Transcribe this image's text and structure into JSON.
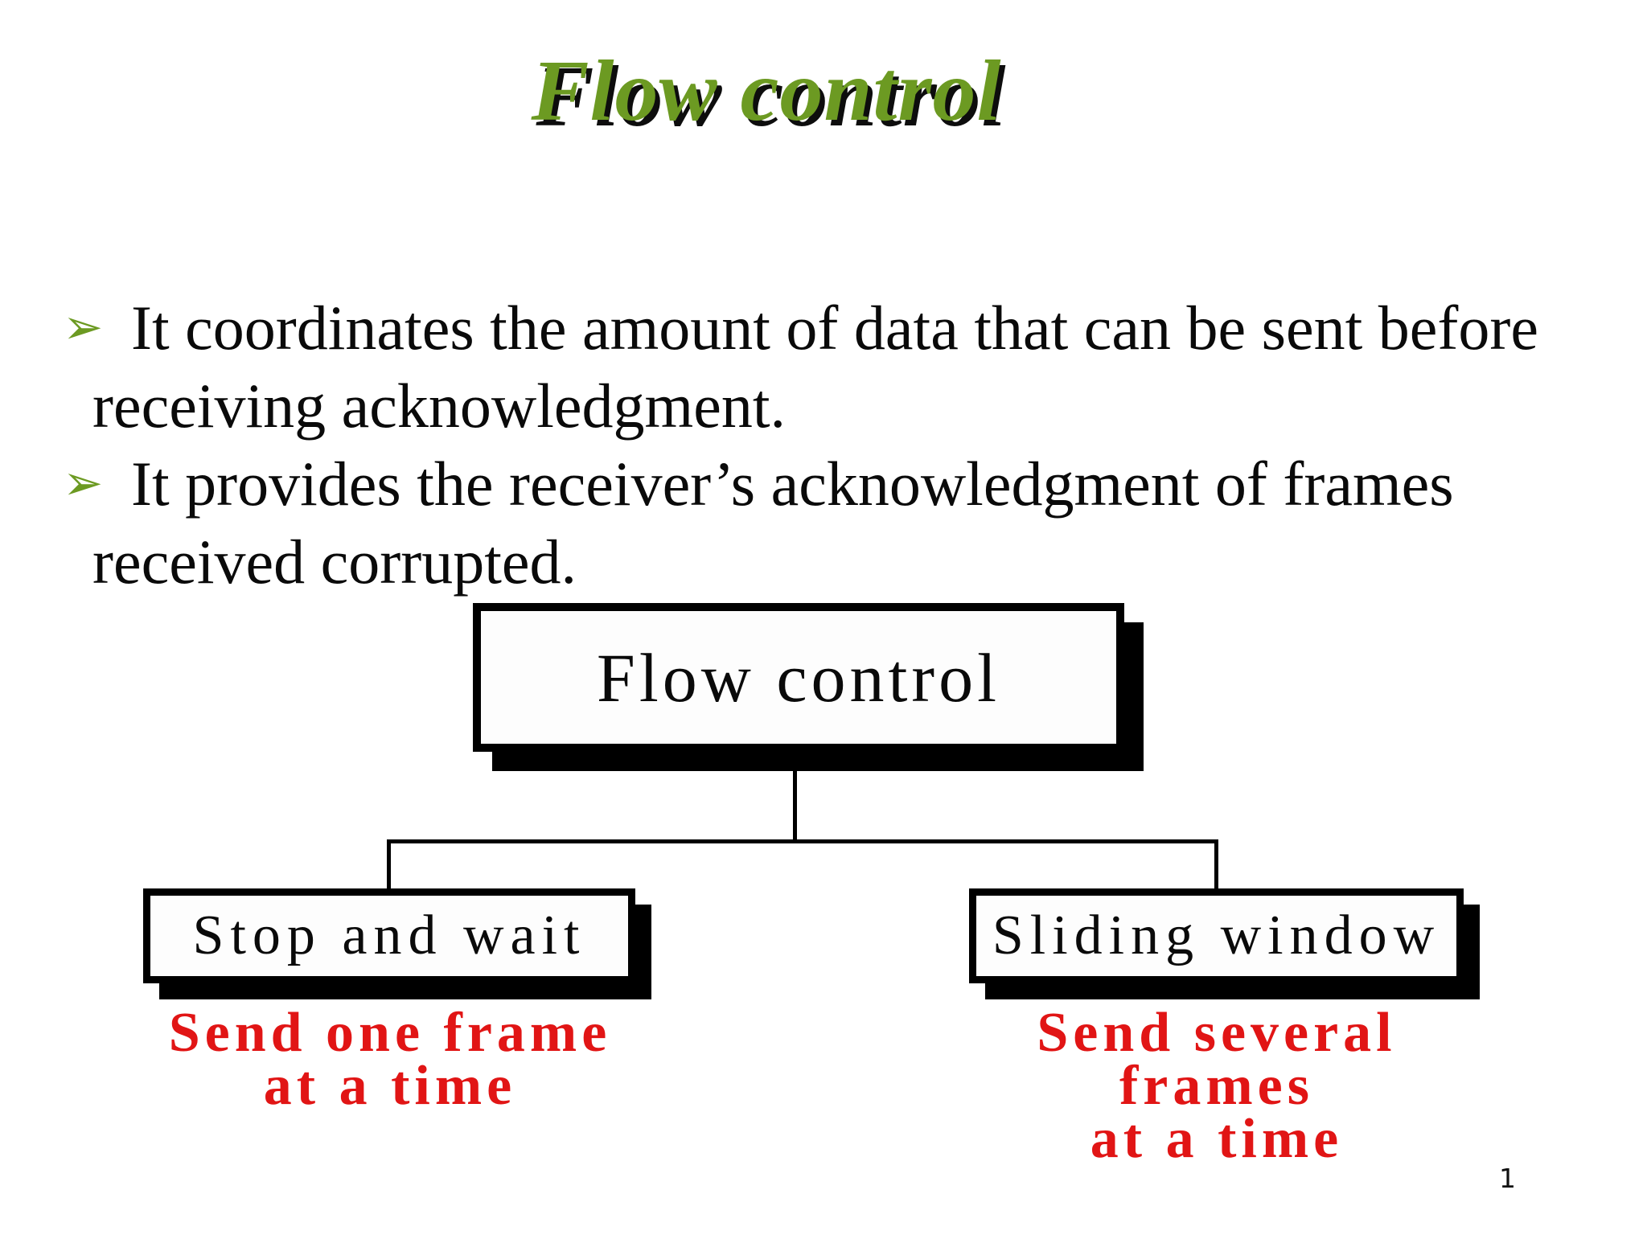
{
  "slide": {
    "title": "Flow control",
    "bullets": [
      {
        "icon": {
          "name": "three-d-arrowhead-right",
          "glyph": "➢"
        },
        "lines": [
          "It coordinates the amount of data that can be sent before",
          "receiving acknowledgment."
        ]
      },
      {
        "icon": {
          "name": "three-d-arrowhead-right",
          "glyph": "➢"
        },
        "lines": [
          "It provides the receiver’s acknowledgment of frames",
          "received corrupted."
        ]
      }
    ],
    "diagram": {
      "root": {
        "label": "Flow control"
      },
      "children": [
        {
          "label": "Stop and wait",
          "caption_lines": [
            "Send one frame",
            "at a time"
          ]
        },
        {
          "label": "Sliding window",
          "caption_lines": [
            "Send several frames",
            "at a time"
          ]
        }
      ]
    },
    "page_number": "1",
    "colors": {
      "title_green": "#6c9a22",
      "bullet_arrow_green": "#6c9a22",
      "caption_red": "#e11515",
      "box_border_black": "#000000",
      "body_text_black": "#0a0a0a",
      "background_white": "#ffffff"
    }
  }
}
